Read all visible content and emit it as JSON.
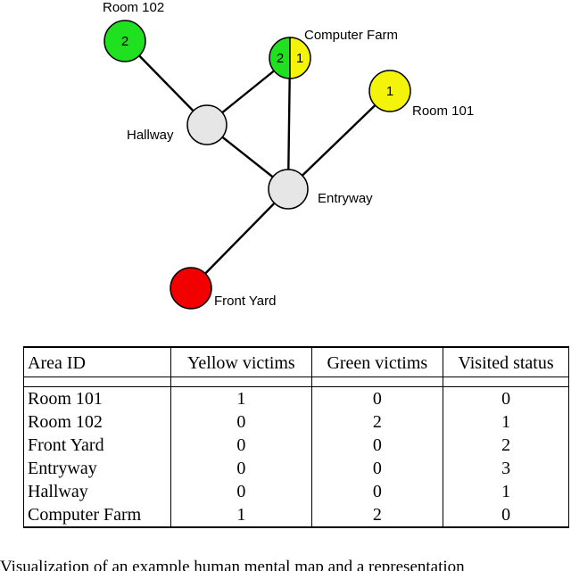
{
  "graph": {
    "nodes": {
      "room102": {
        "label": "Room 102",
        "number": "2",
        "fill": "#1fe11f"
      },
      "computer_farm": {
        "label": "Computer Farm",
        "number_green": "2",
        "number_yellow": "1",
        "fill_left": "#1fe11f",
        "fill_right": "#f4f40a"
      },
      "room101": {
        "label": "Room 101",
        "number": "1",
        "fill": "#f4f40a"
      },
      "hallway": {
        "label": "Hallway",
        "fill": "#e6e6e6"
      },
      "entryway": {
        "label": "Entryway",
        "fill": "#e6e6e6"
      },
      "front_yard": {
        "label": "Front Yard",
        "fill": "#f20000"
      }
    }
  },
  "table": {
    "headers": [
      "Area ID",
      "Yellow victims",
      "Green victims",
      "Visited status"
    ],
    "rows": [
      [
        "Room 101",
        "1",
        "0",
        "0"
      ],
      [
        "Room 102",
        "0",
        "2",
        "1"
      ],
      [
        "Front Yard",
        "0",
        "0",
        "2"
      ],
      [
        "Entryway",
        "0",
        "0",
        "3"
      ],
      [
        "Hallway",
        "0",
        "0",
        "1"
      ],
      [
        "Computer Farm",
        "1",
        "2",
        "0"
      ]
    ]
  },
  "caption": "Visualization of an example human mental map and a representation"
}
